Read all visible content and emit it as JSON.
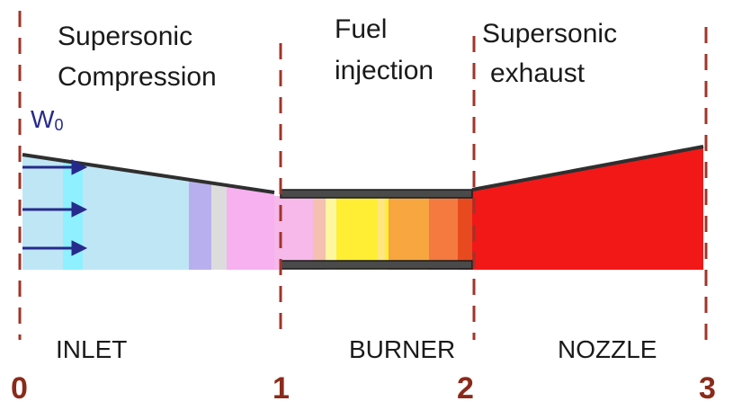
{
  "labels": {
    "supersonic_compression_1": "Supersonic",
    "supersonic_compression_2": "Compression",
    "fuel_injection_1": "Fuel",
    "fuel_injection_2": "injection",
    "supersonic_exhaust_1": "Supersonic",
    "supersonic_exhaust_2": "exhaust",
    "w0_main": "W",
    "w0_sub": "0",
    "inlet": "INLET",
    "burner": "BURNER",
    "nozzle": "NOZZLE"
  },
  "stations": [
    "0",
    "1",
    "2",
    "3"
  ],
  "colors": {
    "station_line": "#a0342a",
    "station_label": "#8b2a1a",
    "arrow": "#262a8c",
    "inlet_flow": "#bfe6f5",
    "burner_lavender": "#b8b0ee",
    "burner_pink": "#f7b0f0",
    "burner_yellow": "#ffee33",
    "burner_orange": "#f7a640",
    "nozzle_red": "#f21818",
    "wall": "#2f2f2f"
  }
}
